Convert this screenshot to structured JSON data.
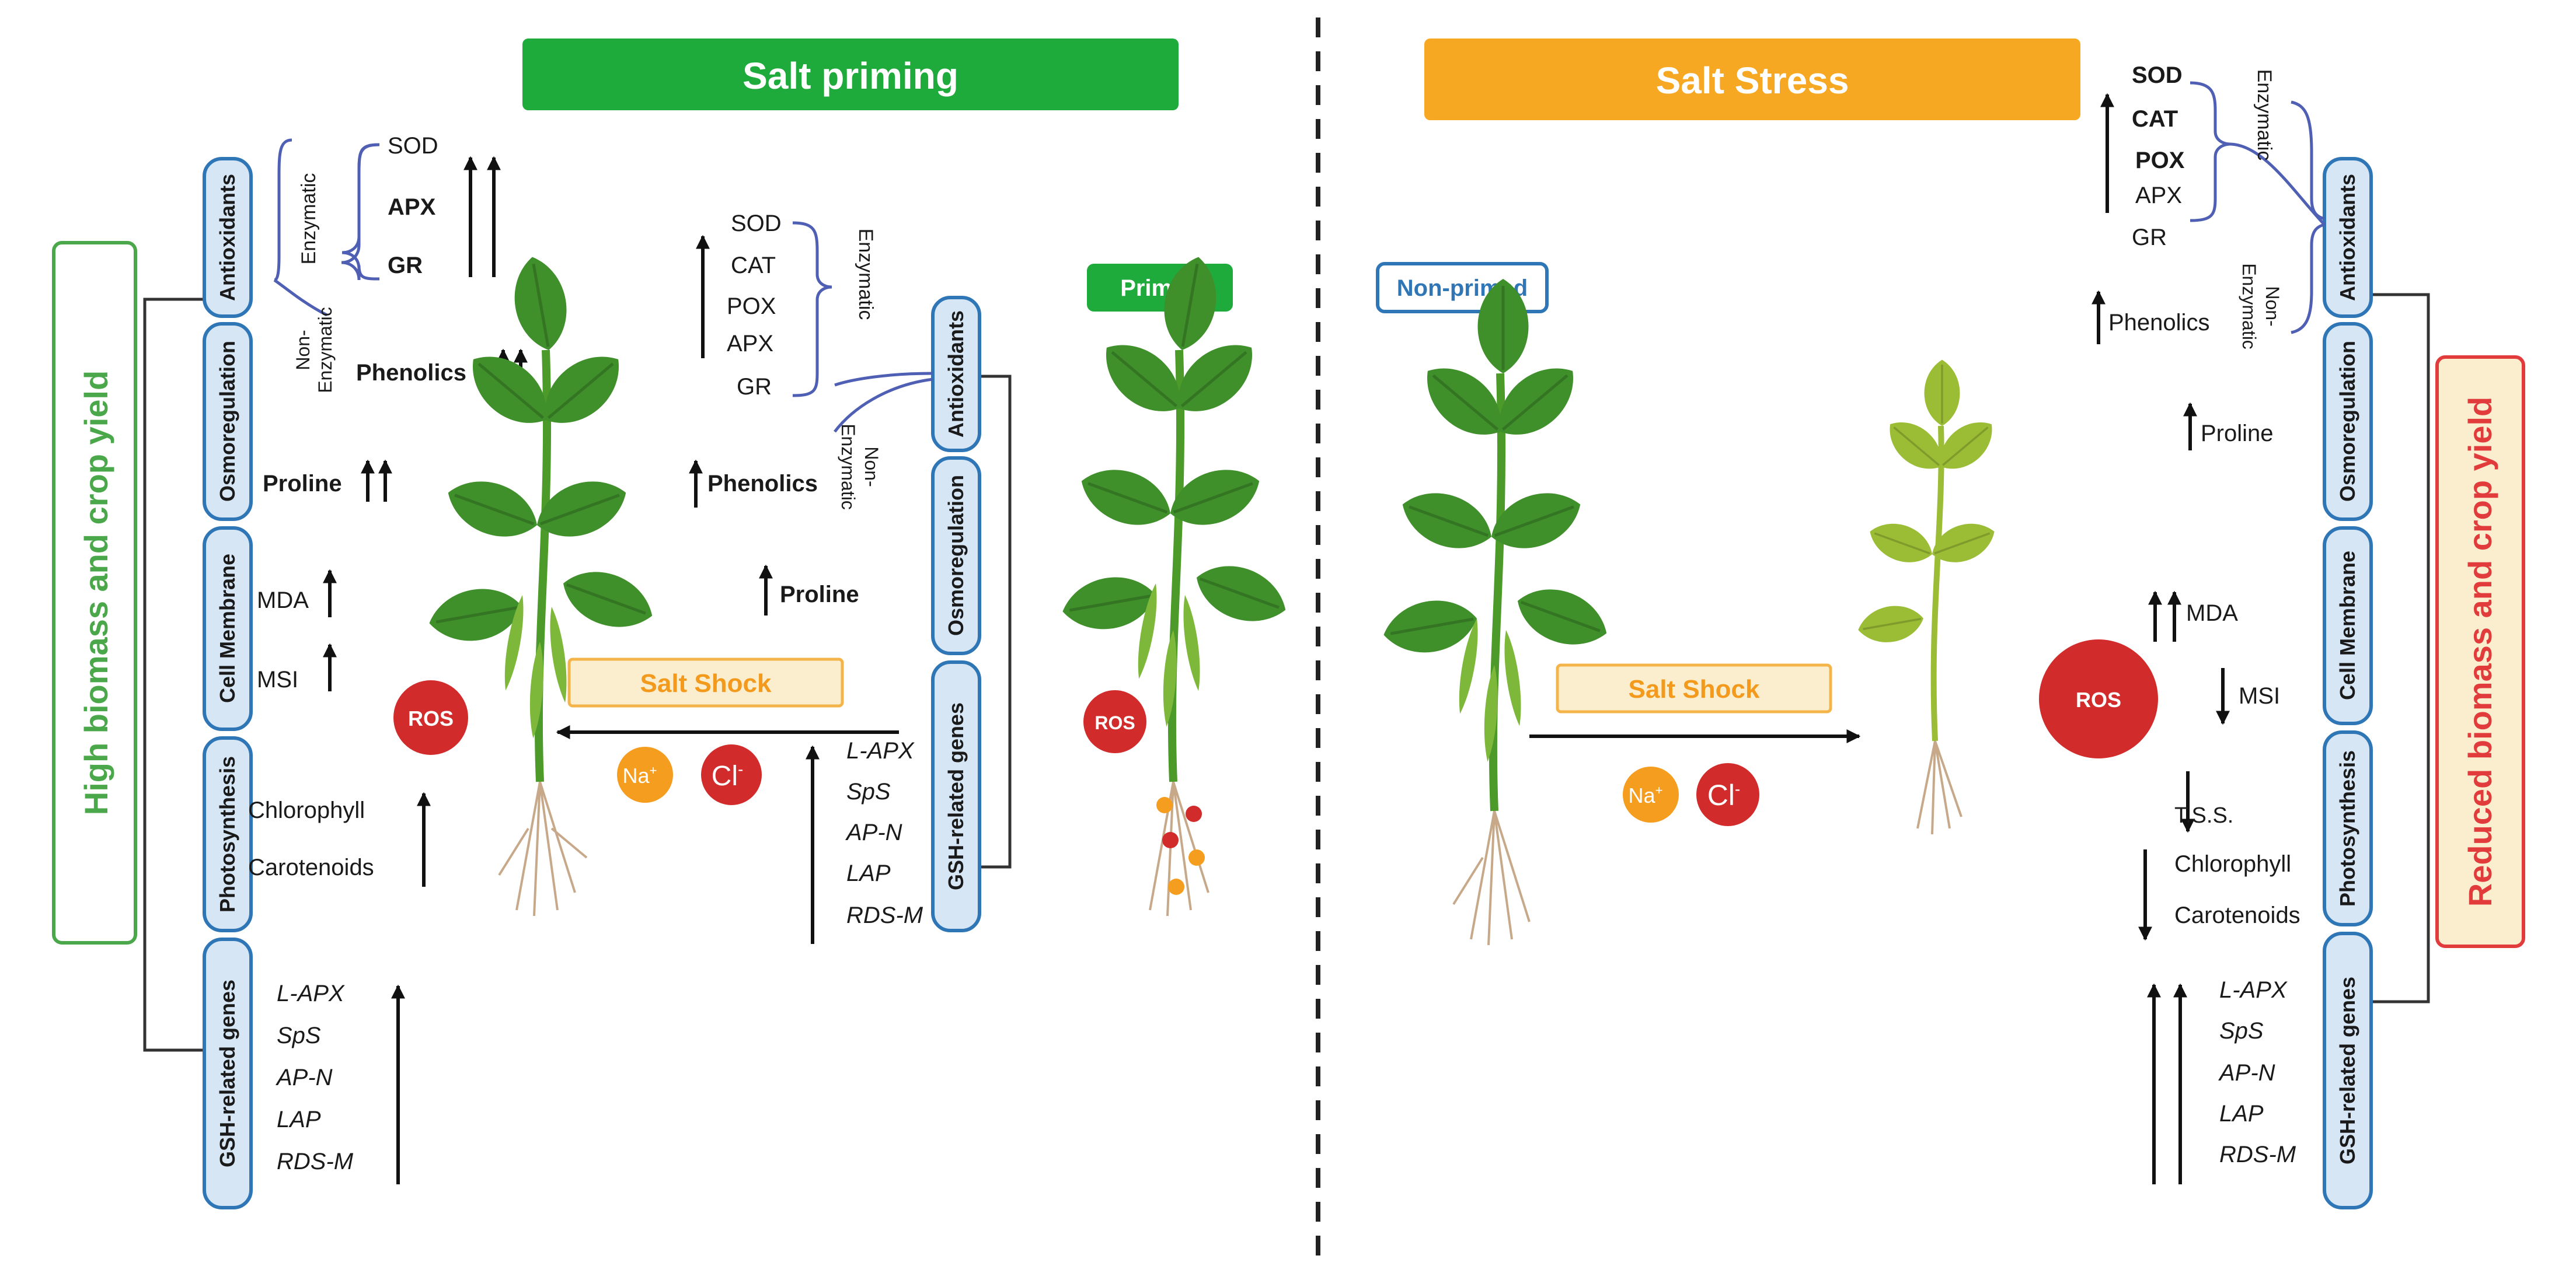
{
  "colors": {
    "priming_green": "#1faa3c",
    "stress_orange": "#f7a823",
    "category_fill": "#d6e6f5",
    "category_stroke": "#2f76b6",
    "bracket_blue": "#4f5fb3",
    "ros_red": "#d22b2b",
    "na_orange": "#f59d1f",
    "shock_fill": "#fbeecf",
    "shock_text": "#f39a1d",
    "high_yield_green": "#4aa84a",
    "reduced_yield_red": "#e23b3b",
    "leaf_dark": "#3f8f2a",
    "leaf_pale": "#9bbd35"
  },
  "headers": {
    "left": "Salt priming",
    "right": "Salt Stress"
  },
  "badges": {
    "primed": "Primed",
    "non_primed": "Non-primed"
  },
  "side_labels": {
    "left": "High biomass and crop yield",
    "right": "Reduced biomass and crop yield"
  },
  "categories": {
    "antioxidants": "Antioxidants",
    "osmoregulation": "Osmoregulation",
    "cell_membrane": "Cell Membrane",
    "photosynthesis": "Photosynthesis",
    "gsh_genes": "GSH-related genes"
  },
  "brackets": {
    "enzymatic": "Enzymatic",
    "non": "Non-",
    "enzymatic_lower": "Enzymatic"
  },
  "markers": {
    "ros": "ROS",
    "na": "Na",
    "na_sup": "+",
    "cl": "Cl",
    "cl_sup": "-",
    "salt_shock": "Salt Shock"
  },
  "left_panel": {
    "enzymes": [
      "SOD",
      "APX",
      "GR"
    ],
    "phenolics": "Phenolics",
    "proline": "Proline",
    "mda": "MDA",
    "msi": "MSI",
    "pigments": [
      "Chlorophyll",
      "Carotenoids"
    ],
    "genes": [
      "L-APX",
      "SpS",
      "AP-N",
      "LAP",
      "RDS-M"
    ]
  },
  "middle_panel": {
    "enzymes": [
      "SOD",
      "CAT",
      "POX",
      "APX",
      "GR"
    ],
    "phenolics": "Phenolics",
    "proline": "Proline",
    "genes": [
      "L-APX",
      "SpS",
      "AP-N",
      "LAP",
      "RDS-M"
    ]
  },
  "right_panel": {
    "enzymes": [
      "SOD",
      "CAT",
      "POX",
      "APX",
      "GR"
    ],
    "phenolics": "Phenolics",
    "proline": "Proline",
    "mda": "MDA",
    "msi": "MSI",
    "tss": "T.S.S.",
    "pigments": [
      "Chlorophyll",
      "Carotenoids"
    ],
    "genes": [
      "L-APX",
      "SpS",
      "AP-N",
      "LAP",
      "RDS-M"
    ]
  }
}
